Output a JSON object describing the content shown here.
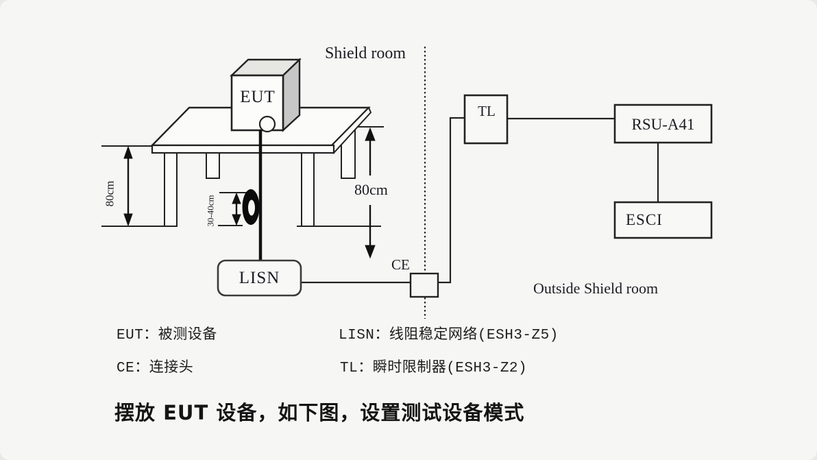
{
  "diagram": {
    "shield_room_label": "Shield room",
    "outside_shield_room_label": "Outside Shield room",
    "eut_label": "EUT",
    "lisn_label": "LISN",
    "tl_label": "TL",
    "rsu_label": "RSU-A41",
    "esci_label": "ESCI",
    "ce_label": "CE",
    "dim_table_height_left": "80cm",
    "dim_table_height_right": "80cm",
    "dim_ferrite_height": "30-40cm"
  },
  "legend": {
    "eut": "EUT：被测设备",
    "lisn": "LISN：线阻稳定网络(ESH3-Z5)",
    "ce": "CE：连接头",
    "tl": "TL：瞬时限制器(ESH3-Z2)"
  },
  "caption": "摆放 EUT 设备，如下图，设置测试设备模式",
  "colors": {
    "line": "#222222",
    "background": "#f6f6f4",
    "cube_top": "#e6e6e3",
    "cube_side": "#c7c7c7"
  }
}
